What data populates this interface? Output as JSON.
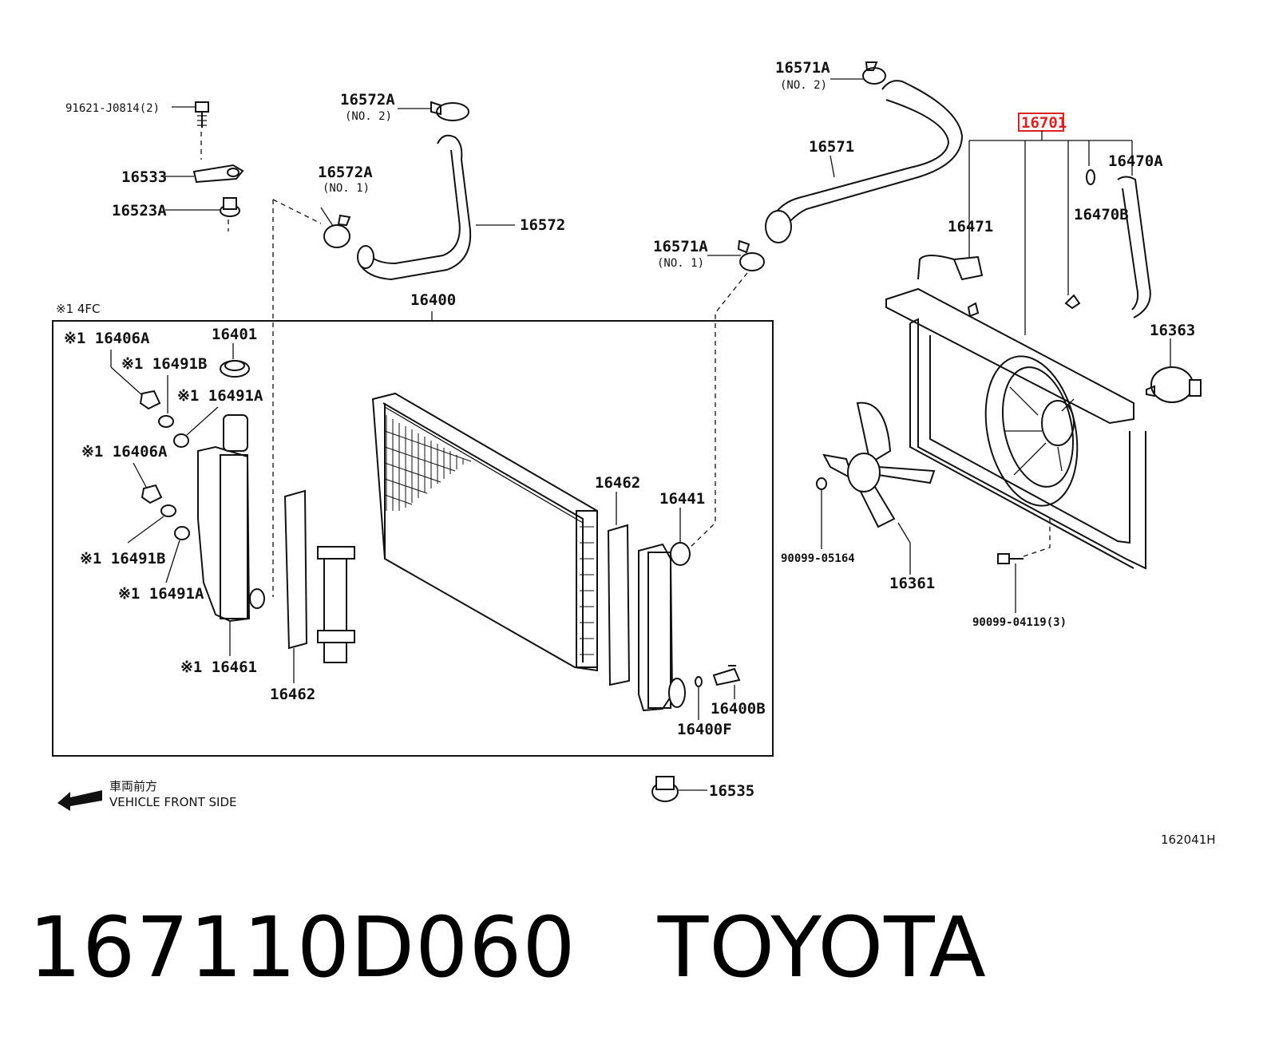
{
  "diagram": {
    "box_note": "※1  4FC",
    "labels": {
      "l_91621": "91621-J0814(2)",
      "l_16533": "16533",
      "l_16523A": "16523A",
      "l_16572A_2": "16572A",
      "l_no2_a": "(NO. 2)",
      "l_16572A_1": "16572A",
      "l_no1_a": "(NO. 1)",
      "l_16572": "16572",
      "l_16571A_2": "16571A",
      "l_no2_b": "(NO. 2)",
      "l_16571": "16571",
      "l_16571A_1": "16571A",
      "l_no1_b": "(NO. 1)",
      "l_16701": "16701",
      "l_16470A": "16470A",
      "l_16471": "16471",
      "l_16470B": "16470B",
      "l_16363": "16363",
      "l_16400": "16400",
      "l_16406A_a": "※1 16406A",
      "l_16401": "16401",
      "l_16491B_a": "※1 16491B",
      "l_16491A_a": "※1 16491A",
      "l_16406A_b": "※1 16406A",
      "l_16491B_b": "※1 16491B",
      "l_16491A_b": "※1 16491A",
      "l_16461": "※1 16461",
      "l_16462_a": "16462",
      "l_16462_b": "16462",
      "l_16441": "16441",
      "l_16400B": "16400B",
      "l_16400F": "16400F",
      "l_90099_05164": "90099-05164",
      "l_16361": "16361",
      "l_90099_04119": "90099-04119(3)",
      "l_16535": "16535",
      "l_front_jp": "車両前方",
      "l_front_en": "VEHICLE FRONT SIDE",
      "l_ref": "162041H"
    },
    "highlight_color": "#e02020"
  },
  "footer": {
    "part_number": "167110D060",
    "brand": "TOYOTA"
  }
}
